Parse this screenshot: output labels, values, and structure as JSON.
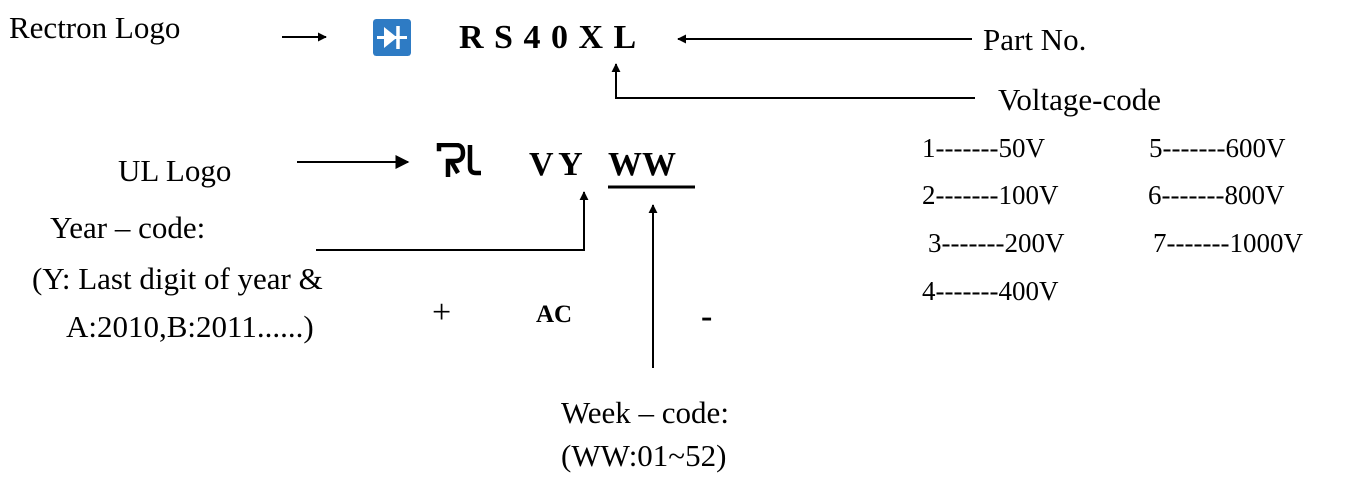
{
  "labels": {
    "rectron_logo": "Rectron Logo",
    "part_no": "Part No.",
    "voltage_code": "Voltage-code",
    "ul_logo": "UL Logo",
    "year_code": "Year – code:",
    "year_detail_1": "(Y: Last digit of year &",
    "year_detail_2": "A:2010,B:2011......)",
    "week_code": "Week – code:",
    "week_detail": "(WW:01~52)"
  },
  "marking": {
    "part_number": "R S 4 0 X L",
    "date_code_vy": "V Y",
    "date_code_ww": "WW",
    "plus": "+",
    "ac": "AC",
    "minus": "-"
  },
  "voltage_table": [
    {
      "code": "1-------50V"
    },
    {
      "code": "5-------600V"
    },
    {
      "code": "2-------100V"
    },
    {
      "code": "6-------800V"
    },
    {
      "code": "3-------200V"
    },
    {
      "code": "7-------1000V"
    },
    {
      "code": "4-------400V"
    }
  ],
  "colors": {
    "rectron_logo_bg": "#2e7bc4",
    "line": "#000000"
  },
  "icons": {
    "rectron_logo": "diode-symbol-icon",
    "ul_logo": "ul-recognized-mark-icon"
  }
}
